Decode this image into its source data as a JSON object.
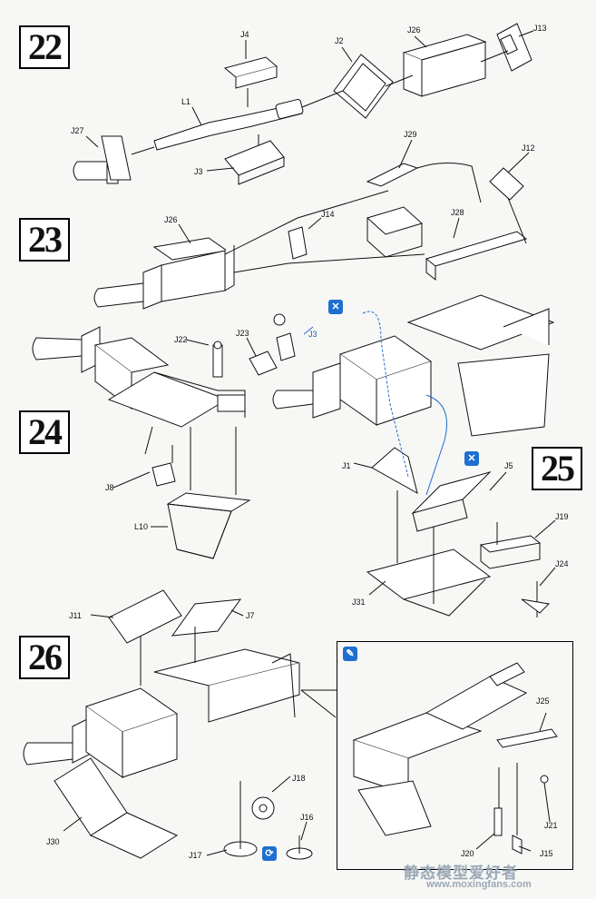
{
  "steps": [
    "22",
    "23",
    "24",
    "25",
    "26"
  ],
  "labels": {
    "J4": "J4",
    "J2": "J2",
    "J26a": "J26",
    "J13": "J13",
    "L1": "L1",
    "J27": "J27",
    "J3a": "J3",
    "J29": "J29",
    "J12": "J12",
    "J26b": "J26",
    "J14": "J14",
    "J28": "J28",
    "J22": "J22",
    "J23": "J23",
    "J3b": "J3",
    "J8": "J8",
    "L10": "L10",
    "J1": "J1",
    "J5": "J5",
    "J19": "J19",
    "J24": "J24",
    "J31": "J31",
    "J11": "J11",
    "J7": "J7",
    "J18": "J18",
    "J16": "J16",
    "J17": "J17",
    "J30": "J30",
    "J25": "J25",
    "J21": "J21",
    "J20": "J20",
    "J15": "J15"
  },
  "watermark": {
    "cn": "静态模型爱好者",
    "url": "www.moxingfans.com"
  },
  "colors": {
    "ink": "#111111",
    "accent_blue": "#1f6fd0",
    "paper": "#f7f7f5"
  },
  "icons": [
    "glue-icon",
    "glue-icon",
    "paint-icon",
    "rotate-icon"
  ]
}
